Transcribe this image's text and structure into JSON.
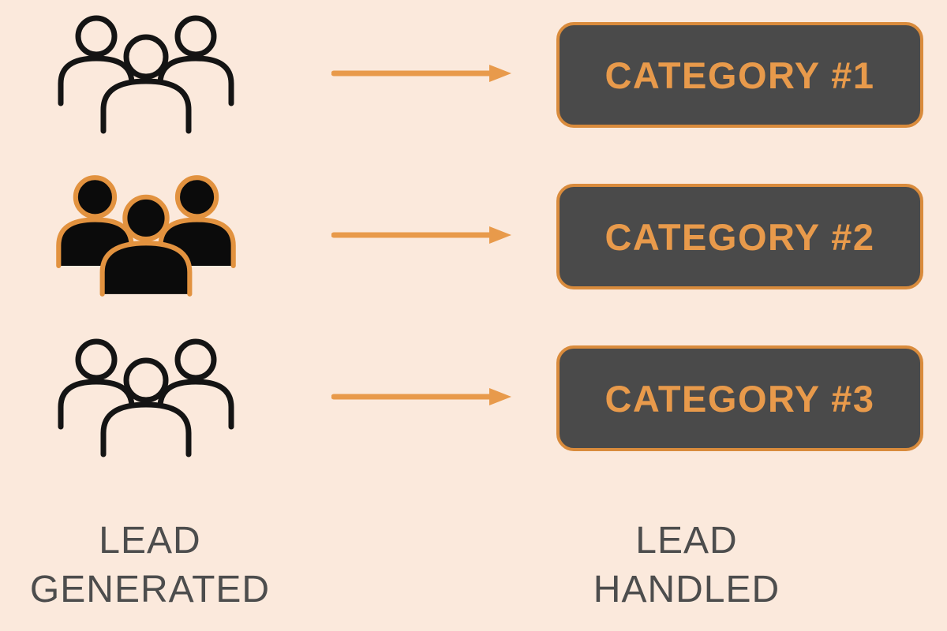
{
  "colors": {
    "background": "#fbe9dc",
    "accent_orange": "#e89a4b",
    "box_background": "#4a4a4a",
    "box_border": "#d98b3c",
    "label_gray": "#4d4d4d",
    "icon_outline": "#141414"
  },
  "rows": [
    {
      "icon": "group-outline-icon",
      "category": "CATEGORY #1"
    },
    {
      "icon": "group-filled-icon",
      "category": "CATEGORY #2"
    },
    {
      "icon": "group-outline-icon",
      "category": "CATEGORY #3"
    }
  ],
  "footer": {
    "left_label": "LEAD\nGENERATED",
    "right_label": "LEAD\nHANDLED"
  }
}
